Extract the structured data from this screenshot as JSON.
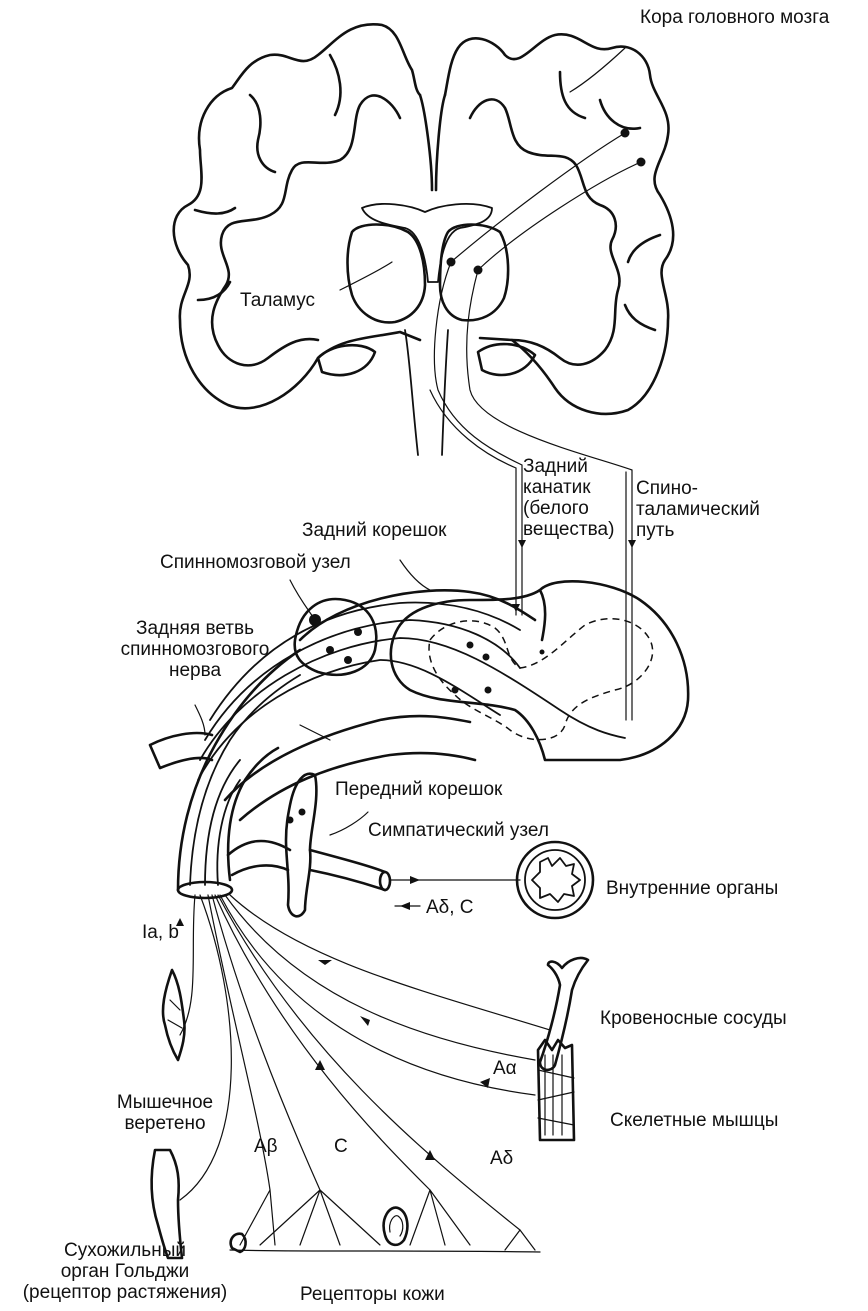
{
  "labels": {
    "cortex": "Кора головного мозга",
    "thalamus": "Таламус",
    "dorsal_column": [
      "Задний",
      "канатик",
      "(белого",
      "вещества)"
    ],
    "spinothalamic": [
      "Спино-",
      "таламический",
      "путь"
    ],
    "dorsal_root": "Задний корешок",
    "spinal_ganglion": "Спинномозговой узел",
    "posterior_branch": [
      "Задняя ветвь",
      "спинномозгового",
      "нерва"
    ],
    "ventral_root": "Передний корешок",
    "sympathetic_ganglion": "Симпатический узел",
    "internal_organs": "Внутренние органы",
    "fiber_visceral": "Aδ, C",
    "fiber_spindle": "Ia, b",
    "blood_vessels": "Кровеносные сосуды",
    "muscle_spindle": [
      "Мышечное",
      "веретено"
    ],
    "fiber_a_alpha": "Aα",
    "fiber_a_delta": "Aδ",
    "skeletal_muscles": "Скелетные мышцы",
    "fiber_a_beta": "Aβ",
    "fiber_c": "C",
    "golgi_organ": [
      "Сухожильный",
      "орган Гольджи",
      "(рецептор растяжения)"
    ],
    "skin_receptors": "Рецепторы кожи"
  }
}
